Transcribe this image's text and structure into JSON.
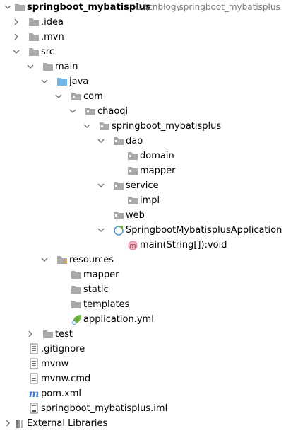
{
  "project": {
    "name": "springboot_mybatisplus",
    "path": "D:\\cnblog\\springboot_mybatisplus"
  },
  "tree": [
    {
      "label": "springboot_mybatisplus",
      "icon": "folder-icon",
      "arrow": "down"
    },
    {
      "label": ".idea",
      "icon": "folder-icon",
      "arrow": "right"
    },
    {
      "label": ".mvn",
      "icon": "folder-icon",
      "arrow": "right"
    },
    {
      "label": "src",
      "icon": "folder-icon",
      "arrow": "down"
    },
    {
      "label": "main",
      "icon": "folder-icon",
      "arrow": "down"
    },
    {
      "label": "java",
      "icon": "source-folder-icon",
      "arrow": "down"
    },
    {
      "label": "com",
      "icon": "package-icon",
      "arrow": "down"
    },
    {
      "label": "chaoqi",
      "icon": "package-icon",
      "arrow": "down"
    },
    {
      "label": "springboot_mybatisplus",
      "icon": "package-icon",
      "arrow": "down"
    },
    {
      "label": "dao",
      "icon": "package-icon",
      "arrow": "down"
    },
    {
      "label": "domain",
      "icon": "package-icon",
      "arrow": "none"
    },
    {
      "label": "mapper",
      "icon": "package-icon",
      "arrow": "none"
    },
    {
      "label": "service",
      "icon": "package-icon",
      "arrow": "down"
    },
    {
      "label": "impl",
      "icon": "package-icon",
      "arrow": "none"
    },
    {
      "label": "web",
      "icon": "package-icon",
      "arrow": "none"
    },
    {
      "label": "SpringbootMybatisplusApplication",
      "icon": "spring-boot-class-icon",
      "arrow": "down"
    },
    {
      "label": "main(String[]):void",
      "icon": "method-icon",
      "arrow": "none"
    },
    {
      "label": "resources",
      "icon": "resources-folder-icon",
      "arrow": "down"
    },
    {
      "label": "mapper",
      "icon": "folder-icon",
      "arrow": "none"
    },
    {
      "label": "static",
      "icon": "folder-icon",
      "arrow": "none"
    },
    {
      "label": "templates",
      "icon": "folder-icon",
      "arrow": "none"
    },
    {
      "label": "application.yml",
      "icon": "spring-yml-icon",
      "arrow": "none"
    },
    {
      "label": "test",
      "icon": "folder-icon",
      "arrow": "right"
    },
    {
      "label": ".gitignore",
      "icon": "text-file-icon",
      "arrow": "none"
    },
    {
      "label": "mvnw",
      "icon": "text-file-icon",
      "arrow": "none"
    },
    {
      "label": "mvnw.cmd",
      "icon": "text-file-icon",
      "arrow": "none"
    },
    {
      "label": "pom.xml",
      "icon": "maven-icon",
      "arrow": "none"
    },
    {
      "label": "springboot_mybatisplus.iml",
      "icon": "iml-file-icon",
      "arrow": "none"
    },
    {
      "label": "External Libraries",
      "icon": "libraries-icon",
      "arrow": "right"
    }
  ],
  "colors": {
    "folder": "#a9a9a9",
    "source_folder": "#70b8e8",
    "arrow": "#777777",
    "spring": "#6db33f",
    "method": "#e07a8f",
    "maven": "#3a7bd5"
  }
}
